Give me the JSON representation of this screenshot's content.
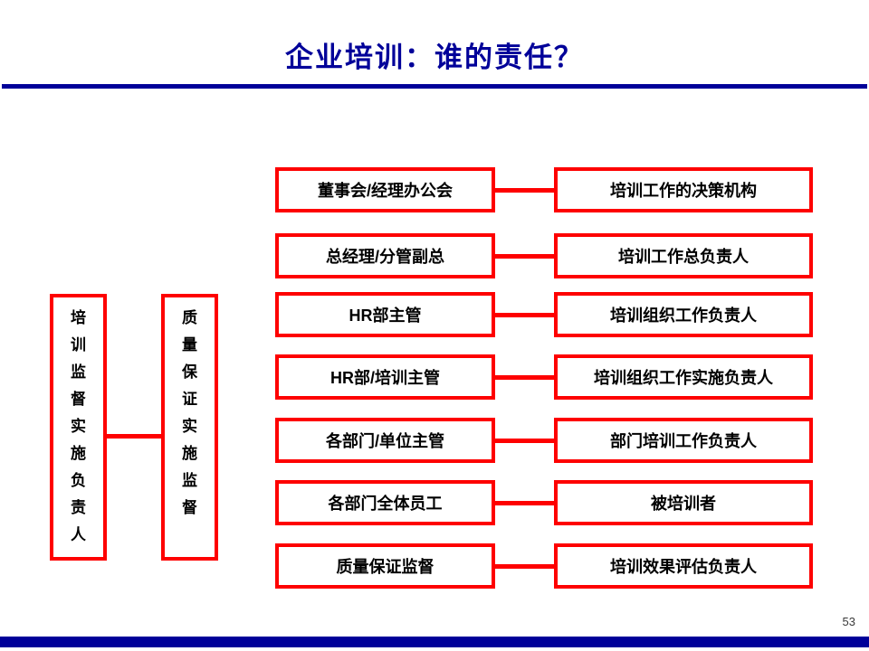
{
  "slide": {
    "title": "企业培训：谁的责任？",
    "page_number": "53"
  },
  "colors": {
    "accent_red": "#fe0000",
    "navy_blue": "#000099",
    "text_black": "#000000"
  },
  "left_boxes": [
    {
      "label": "培训监督实施负责人"
    },
    {
      "label": "质量保证实施监督"
    }
  ],
  "rows": [
    {
      "role": "董事会/经理办公会",
      "duty": "培训工作的决策机构"
    },
    {
      "role": "总经理/分管副总",
      "duty": "培训工作总负责人"
    },
    {
      "role": "HR部主管",
      "duty": "培训组织工作负责人"
    },
    {
      "role": "HR部/培训主管",
      "duty": "培训组织工作实施负责人"
    },
    {
      "role": "各部门/单位主管",
      "duty": "部门培训工作负责人"
    },
    {
      "role": "各部门全体员工",
      "duty": "被培训者"
    },
    {
      "role": "质量保证监督",
      "duty": "培训效果评估负责人"
    }
  ]
}
